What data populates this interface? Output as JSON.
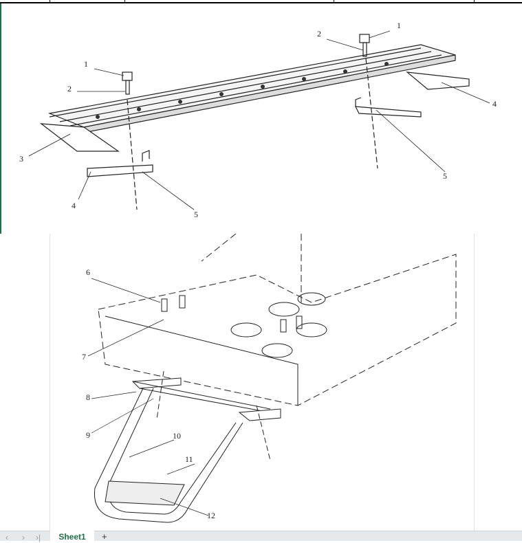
{
  "sheet": {
    "tabs": [
      {
        "label": "Sheet1",
        "active": true
      }
    ],
    "add_sheet": "+",
    "nav": {
      "prev": "‹",
      "next": "›",
      "last": "›|"
    }
  },
  "drawing_top": {
    "callouts": [
      "1",
      "2",
      "1",
      "2",
      "3",
      "4",
      "4",
      "5",
      "5"
    ]
  },
  "drawing_bottom": {
    "callouts": [
      "6",
      "7",
      "8",
      "9",
      "10",
      "11",
      "12"
    ]
  },
  "colors": {
    "accent": "#1e7145"
  }
}
